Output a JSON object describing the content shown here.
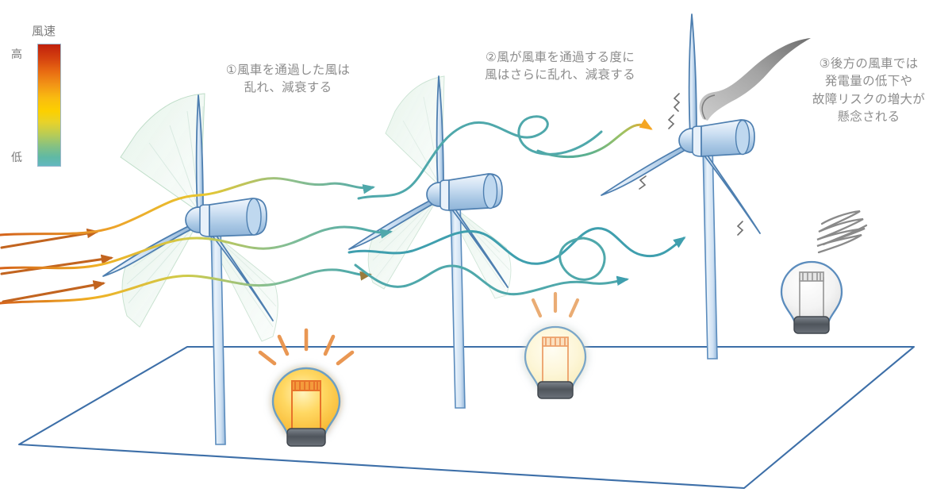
{
  "diagram": {
    "title_semantic": "wind-turbine-wake-effect-diagram",
    "background": "#ffffff"
  },
  "legend": {
    "title": "風速",
    "high_label": "高",
    "low_label": "低",
    "gradient_top_color": "#c0200c",
    "gradient_mid_color": "#fcd000",
    "gradient_bottom_color": "#63b8c0"
  },
  "annotations": [
    {
      "id": "annotation-1",
      "number": "①",
      "text": "①風車を通過した風は\n乱れ、減衰する",
      "color": "#8d8d8d"
    },
    {
      "id": "annotation-2",
      "number": "②",
      "text": "②風が風車を通過する度に\n風はさらに乱れ、減衰する",
      "color": "#8d8d8d"
    },
    {
      "id": "annotation-3",
      "number": "③",
      "text": "③後方の風車では\n発電量の低下や\n故障リスクの増大が\n懸念される",
      "color": "#8d8d8d"
    }
  ],
  "turbines": [
    {
      "id": "turbine-1",
      "position": "front",
      "has_wake_cone": true,
      "has_smoke": false,
      "has_vibration_marks": false,
      "blade_color": "#c9dcef",
      "blade_outline": "#4e7fb0",
      "tower_color": "#cfe0f2"
    },
    {
      "id": "turbine-2",
      "position": "middle",
      "has_wake_cone": true,
      "has_smoke": false,
      "has_vibration_marks": false,
      "blade_color": "#c9dcef",
      "blade_outline": "#4e7fb0",
      "tower_color": "#cfe0f2"
    },
    {
      "id": "turbine-3",
      "position": "rear",
      "has_wake_cone": false,
      "has_smoke": true,
      "has_vibration_marks": true,
      "blade_color": "#c9dcef",
      "blade_outline": "#4e7fb0",
      "tower_color": "#cfe0f2"
    }
  ],
  "bulbs": [
    {
      "id": "bulb-1",
      "state": "bright",
      "glass_color": "#fdd35a",
      "ray_count": 5,
      "ray_color": "#e8924a",
      "base_color": "#5a6068"
    },
    {
      "id": "bulb-2",
      "state": "dim",
      "glass_color": "#fdf8dd",
      "ray_count": 3,
      "ray_color": "#e8a465",
      "base_color": "#5a6068"
    },
    {
      "id": "bulb-3",
      "state": "off",
      "glass_color": "#f4f4f4",
      "ray_count": 0,
      "ray_color": "#9a9a9a",
      "base_color": "#5a6068"
    }
  ],
  "inflow_arrows": {
    "count": 3,
    "color": "#c2641f",
    "direction": "rightward",
    "meaning": "undisturbed-high-speed-wind"
  },
  "wake_flow": {
    "turbine1_outflow_color": "#4fa8ab",
    "turbine2_outflow_color": "#3f9fae",
    "loop_arrow_color": "#f5a623",
    "meaning": "turbulent-decayed-wind"
  },
  "ground_plane": {
    "outline_color": "#3d6fa8",
    "fill": "#ffffff"
  },
  "smoke": {
    "plume_color": "#8a8a8a",
    "scribble_color": "#8a8a8a"
  }
}
